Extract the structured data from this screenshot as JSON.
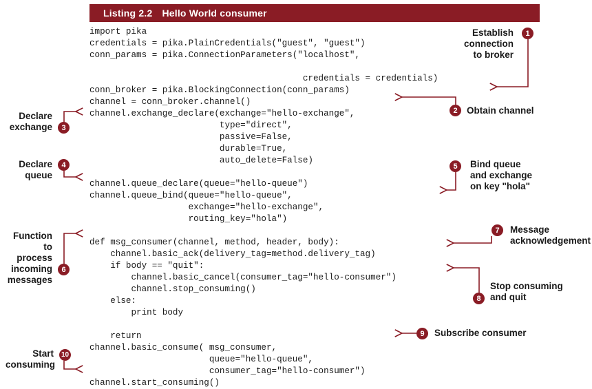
{
  "listing": {
    "number": "Listing 2.2",
    "title": "Hello World consumer"
  },
  "code_lines": [
    "import pika",
    "credentials = pika.PlainCredentials(\"guest\", \"guest\")",
    "conn_params = pika.ConnectionParameters(\"localhost\",",
    "",
    "                                         credentials = credentials)",
    "conn_broker = pika.BlockingConnection(conn_params)",
    "channel = conn_broker.channel()",
    "channel.exchange_declare(exchange=\"hello-exchange\",",
    "                         type=\"direct\",",
    "                         passive=False,",
    "                         durable=True,",
    "                         auto_delete=False)",
    "",
    "channel.queue_declare(queue=\"hello-queue\")",
    "channel.queue_bind(queue=\"hello-queue\",",
    "                   exchange=\"hello-exchange\",",
    "                   routing_key=\"hola\")",
    "",
    "def msg_consumer(channel, method, header, body):",
    "    channel.basic_ack(delivery_tag=method.delivery_tag)",
    "    if body == \"quit\":",
    "        channel.basic_cancel(consumer_tag=\"hello-consumer\")",
    "        channel.stop_consuming()",
    "    else:",
    "        print body",
    "",
    "    return",
    "channel.basic_consume( msg_consumer,",
    "                       queue=\"hello-queue\",",
    "                       consumer_tag=\"hello-consumer\")",
    "channel.start_consuming()"
  ],
  "annotations": {
    "a1": {
      "number": "1",
      "lines": [
        "Establish",
        "connection",
        "to broker"
      ]
    },
    "a2": {
      "number": "2",
      "lines": [
        "Obtain channel"
      ]
    },
    "a3": {
      "number": "3",
      "lines": [
        "Declare",
        "exchange"
      ]
    },
    "a4": {
      "number": "4",
      "lines": [
        "Declare",
        "queue"
      ]
    },
    "a5": {
      "number": "5",
      "lines": [
        "Bind queue",
        "and exchange",
        "on key \"hola\""
      ]
    },
    "a6": {
      "number": "6",
      "lines": [
        "Function",
        "to process",
        "incoming",
        "messages"
      ]
    },
    "a7": {
      "number": "7",
      "lines": [
        "Message",
        "acknowledgement"
      ]
    },
    "a8": {
      "number": "8",
      "lines": [
        "Stop consuming",
        "and quit"
      ]
    },
    "a9": {
      "number": "9",
      "lines": [
        "Subscribe consumer"
      ]
    },
    "a10": {
      "number": "10",
      "lines": [
        "Start",
        "consuming"
      ]
    }
  },
  "colors": {
    "accent": "#8a1c25",
    "text": "#1a1a1a",
    "arrow": "#8a1c25"
  }
}
